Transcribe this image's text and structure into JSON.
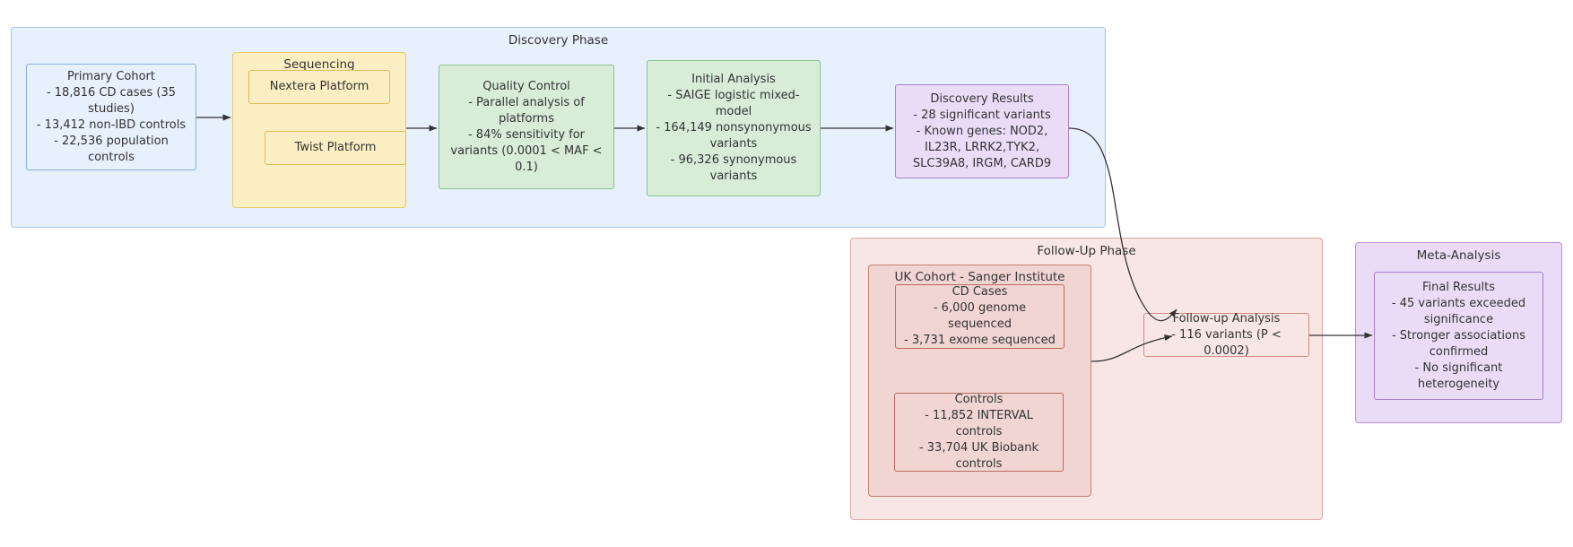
{
  "diagram": {
    "type": "flowchart",
    "title": "Crohn's Disease Exome Sequencing Study Pipeline"
  },
  "clusters": {
    "discovery": {
      "title": "Discovery Phase",
      "fill": "#e7f0fd",
      "stroke": "#a9c4e8"
    },
    "sequencing": {
      "title": "Sequencing",
      "fill": "#fbeec2",
      "stroke": "#e7c96a"
    },
    "followup": {
      "title": "Follow-Up Phase",
      "fill": "#f7e6e4",
      "stroke": "#d9a9a3"
    },
    "ukcohort": {
      "title": "UK Cohort - Sanger Institute",
      "fill": "#f0d5d2",
      "stroke": "#c97f77"
    },
    "meta": {
      "title": "Meta-Analysis",
      "fill": "#eadcf7",
      "stroke": "#b98fd9"
    }
  },
  "nodes": {
    "primary_cohort": {
      "label": "Primary Cohort\n- 18,816 CD cases (35 studies)\n- 13,412 non-IBD controls\n- 22,536 population controls"
    },
    "nextera_platform": {
      "label": "Nextera Platform"
    },
    "twist_platform": {
      "label": "Twist Platform"
    },
    "quality_control": {
      "label": "Quality Control\n- Parallel analysis of platforms\n- 84% sensitivity for variants (0.0001 < MAF < 0.1)"
    },
    "initial_analysis": {
      "label": "Initial Analysis\n- SAIGE logistic mixed-model\n- 164,149 nonsynonymous variants\n- 96,326 synonymous variants"
    },
    "discovery_results": {
      "label": "Discovery Results\n- 28 significant variants\n- Known genes: NOD2, IL23R, LRRK2,TYK2, SLC39A8, IRGM, CARD9"
    },
    "cd_cases": {
      "label": "CD Cases\n- 6,000 genome sequenced\n- 3,731 exome sequenced"
    },
    "controls": {
      "label": "Controls\n- 11,852 INTERVAL controls\n- 33,704 UK Biobank controls"
    },
    "followup_analysis": {
      "label": "Follow-up Analysis\n- 116 variants (P < 0.0002)"
    },
    "final_results": {
      "label": "Final Results\n- 45 variants exceeded significance\n- Stronger associations confirmed\n- No significant heterogeneity"
    }
  },
  "edges": [
    {
      "from": "primary_cohort",
      "to": "sequencing",
      "style": "straight"
    },
    {
      "from": "sequencing",
      "to": "quality_control",
      "style": "straight"
    },
    {
      "from": "quality_control",
      "to": "initial_analysis",
      "style": "straight"
    },
    {
      "from": "initial_analysis",
      "to": "discovery_results",
      "style": "straight"
    },
    {
      "from": "discovery_results",
      "to": "followup_analysis",
      "style": "curve"
    },
    {
      "from": "ukcohort",
      "to": "followup_analysis",
      "style": "curve"
    },
    {
      "from": "followup_analysis",
      "to": "final_results",
      "style": "straight"
    }
  ],
  "colors": {
    "edge_stroke": "#333333",
    "text": "#333333"
  }
}
